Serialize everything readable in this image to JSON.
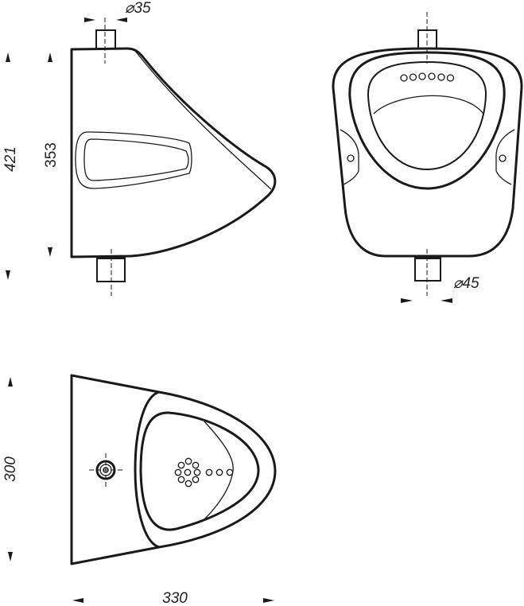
{
  "title": "Urinal technical drawing",
  "side_view": {
    "pipe_diameter": "⌀35",
    "overall_height": "421",
    "body_height": "353"
  },
  "front_view": {
    "outlet_diameter": "⌀45",
    "spray_holes": 6
  },
  "top_view": {
    "depth": "300",
    "width": "330"
  },
  "colors": {
    "line": "#1a1a1a",
    "background": "#ffffff"
  }
}
